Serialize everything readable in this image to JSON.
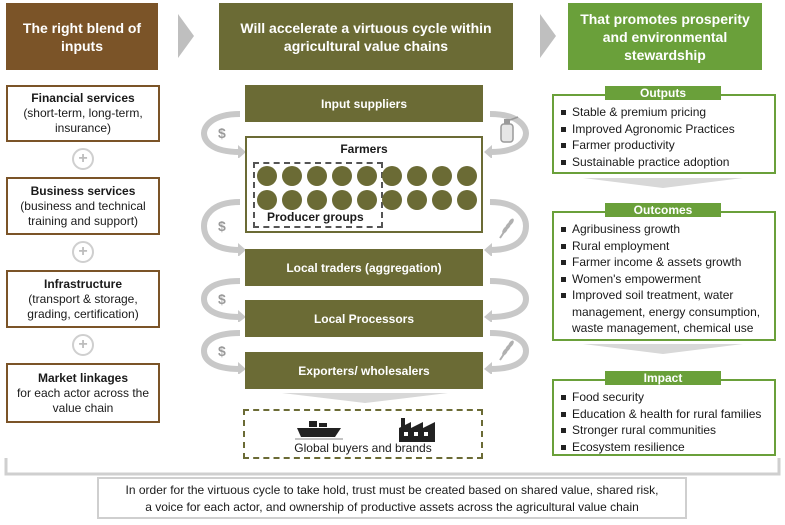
{
  "headers": {
    "left": "The right blend of inputs",
    "middle": "Will accelerate a virtuous cycle within agricultural value chains",
    "right": "That promotes prosperity and environmental stewardship"
  },
  "inputs": [
    {
      "title": "Financial services",
      "detail": "(short-term, long-term, insurance)"
    },
    {
      "title": "Business services",
      "detail": "(business and technical training and support)"
    },
    {
      "title": "Infrastructure",
      "detail": "(transport & storage, grading, certification)"
    },
    {
      "title": "Market linkages",
      "detail": "for each actor across the value chain"
    }
  ],
  "plus_symbol": "+",
  "dollar_symbol": "$",
  "value_chain": {
    "input_suppliers": "Input suppliers",
    "farmers": "Farmers",
    "producer_groups": "Producer groups",
    "local_traders": "Local traders (aggregation)",
    "local_processors": "Local Processors",
    "exporters": "Exporters/ wholesalers",
    "global_buyers": "Global buyers and brands"
  },
  "outputs": {
    "label": "Outputs",
    "items": [
      "Stable & premium pricing",
      "Improved Agronomic Practices",
      "Farmer productivity",
      "Sustainable practice adoption"
    ]
  },
  "outcomes": {
    "label": "Outcomes",
    "items": [
      "Agribusiness growth",
      "Rural employment",
      "Farmer income & assets growth",
      "Women's empowerment",
      "Improved soil treatment, water management, energy consumption, waste management, chemical use"
    ]
  },
  "impact": {
    "label": "Impact",
    "items": [
      "Food security",
      "Education & health for rural families",
      "Stronger rural communities",
      "Ecosystem resilience"
    ]
  },
  "footer": {
    "line1": "In order for the virtuous cycle to take hold, trust must be created based on shared value, shared risk,",
    "line2": "a voice for each actor, and ownership of productive assets across the agricultural value chain"
  },
  "icons": {
    "cycle_arrow": "circular-arrow-icon",
    "sprayer": "sprayer-icon",
    "wheat": "wheat-icon",
    "ship": "cargo-ship-icon",
    "factory": "factory-icon"
  },
  "colors": {
    "brown": "#7b5428",
    "olive": "#6b6b35",
    "green": "#6aa03a",
    "grey": "#bfbfbf"
  }
}
